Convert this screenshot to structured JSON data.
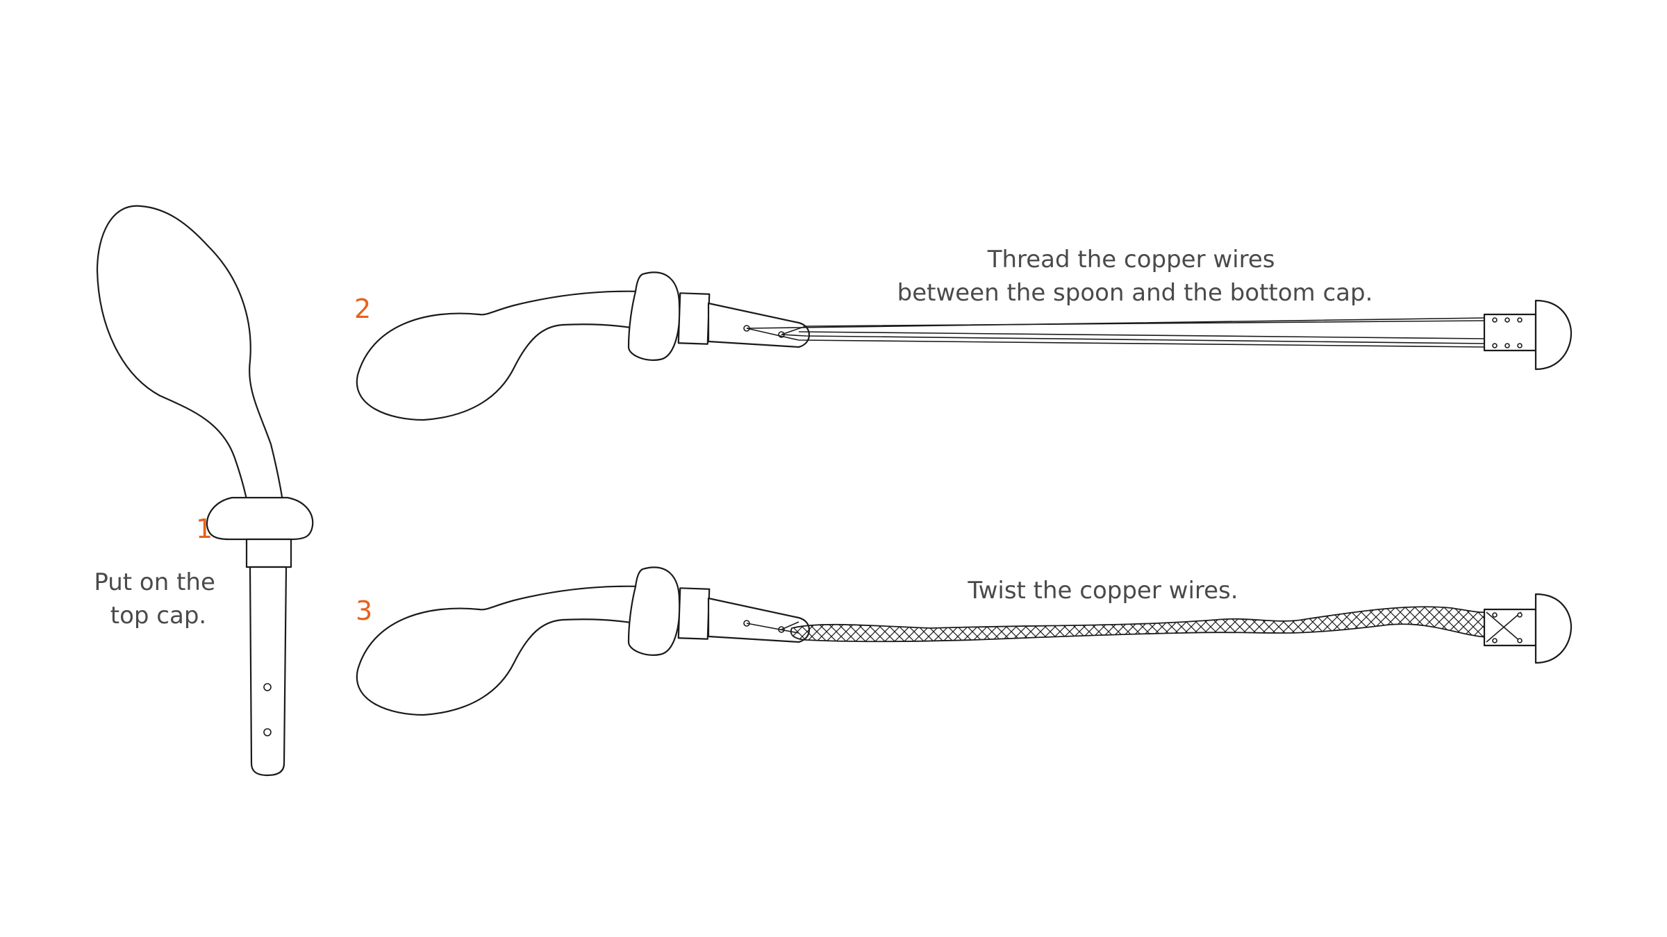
{
  "colors": {
    "step_number": "#e8601c",
    "caption_text": "#4a4a4a",
    "line": "#1a1a1a",
    "background": "#ffffff"
  },
  "steps": [
    {
      "number": "1",
      "caption_lines": [
        "Put on the",
        "top cap."
      ]
    },
    {
      "number": "2",
      "caption_lines": [
        "Thread the copper wires",
        "between the spoon and the bottom cap."
      ]
    },
    {
      "number": "3",
      "caption_lines": [
        "Twist the copper wires."
      ]
    }
  ]
}
